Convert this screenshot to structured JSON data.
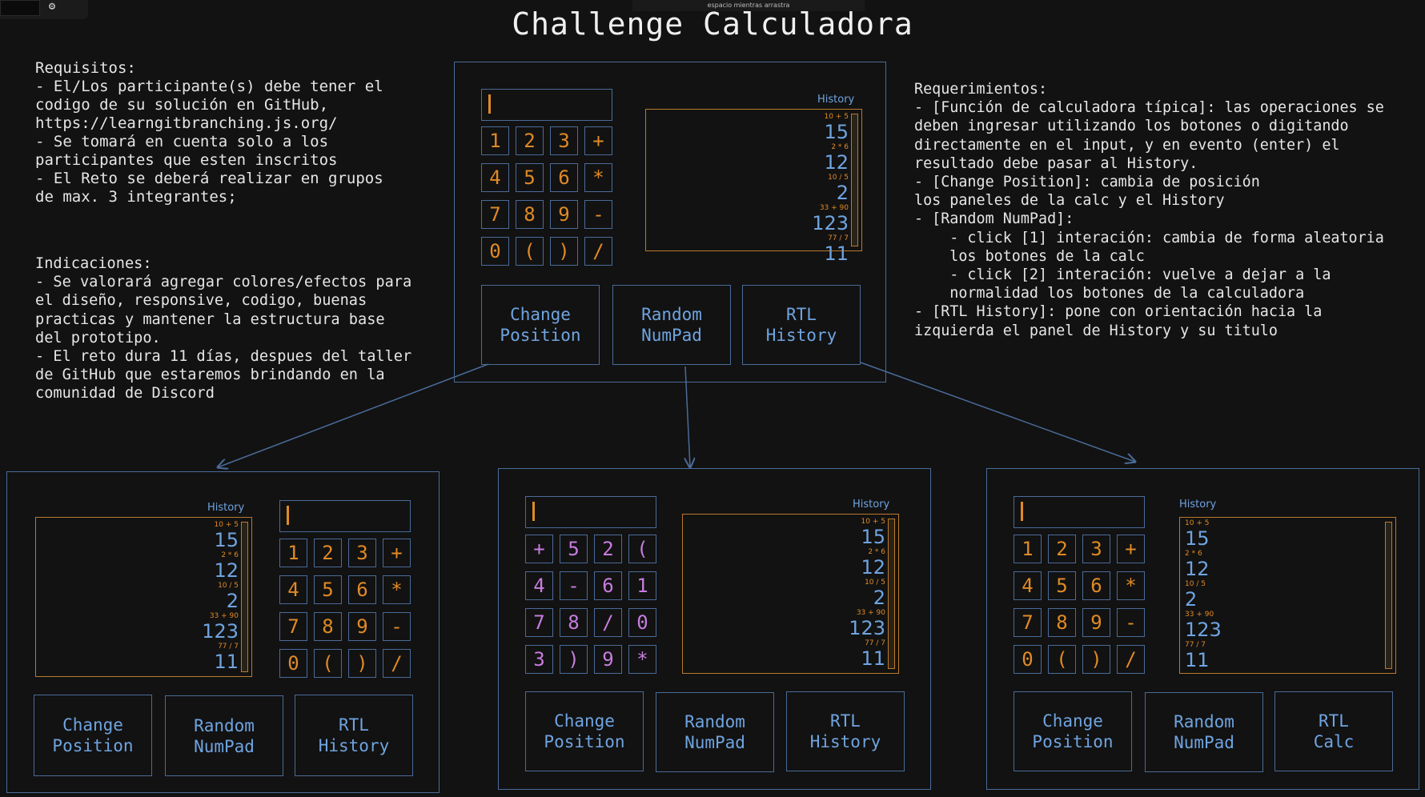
{
  "toolbar": {
    "icon": "gear-icon",
    "glyph": "⚙",
    "hint": "espacio mientras arrastra"
  },
  "title": "Challenge Calculadora",
  "left_notes": "Requisitos:\n- El/Los participante(s) debe tener el\ncodigo de su solución en GitHub,\nhttps://learngitbranching.js.org/\n- Se tomará en cuenta solo a los\nparticipantes que esten inscritos\n- El Reto se deberá realizar en grupos\nde max. 3 integrantes;",
  "indications": "Indicaciones:\n- Se valorará agregar colores/efectos para\nel diseño, responsive, codigo, buenas\npracticas y mantener la estructura base\ndel prototipo.\n- El reto dura 11 días, despues del taller\nde GitHub que estaremos brindando en la\ncomunidad de Discord",
  "right_notes": "Requerimientos:\n- [Función de calculadora típica]: las operaciones se\ndeben ingresar utilizando los botones o digitando\ndirectamente en el input, y en evento (enter) el\nresultado debe pasar al History.\n- [Change Position]: cambia de posición\nlos paneles de la calc y el History\n- [Random NumPad]:\n    - click [1] interación: cambia de forma aleatoria\n    los botones de la calc\n    - click [2] interación: vuelve a dejar a la\n    normalidad los botones de la calculadora\n- [RTL History]: pone con orientación hacia la\nizquierda el panel de History y su titulo",
  "history": {
    "label": "History",
    "entries": [
      {
        "expr": "10 + 5",
        "result": "15"
      },
      {
        "expr": "2 * 6",
        "result": "12"
      },
      {
        "expr": "10 / 5",
        "result": "2"
      },
      {
        "expr": "33 + 90",
        "result": "123"
      },
      {
        "expr": "77 / 7",
        "result": "11"
      }
    ]
  },
  "keys_normal": [
    "1",
    "2",
    "3",
    "+",
    "4",
    "5",
    "6",
    "*",
    "7",
    "8",
    "9",
    "-",
    "0",
    "(",
    ")",
    "/"
  ],
  "keys_random": [
    "+",
    "5",
    "2",
    "(",
    "4",
    "-",
    "6",
    "1",
    "7",
    "8",
    "/",
    "0",
    "3",
    ")",
    "9",
    "*"
  ],
  "buttons": {
    "change_position": "Change\nPosition",
    "random_numpad": "Random\nNumPad",
    "rtl_history": "RTL\nHistory",
    "rtl_calc": "RTL\nCalc"
  },
  "colors": {
    "background": "#121212",
    "frame": "#4a6b99",
    "accent_orange": "#e08a26",
    "accent_blue": "#6fa4e0",
    "accent_purple": "#c77dde"
  }
}
